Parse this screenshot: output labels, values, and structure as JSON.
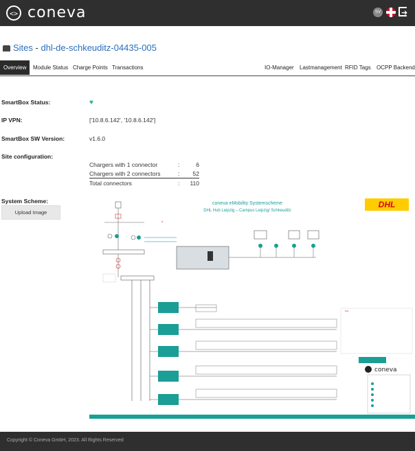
{
  "header": {
    "brand": "coneva",
    "logo_glyph": "<>",
    "lang_sv": "SV",
    "icons": [
      "language-sv-icon",
      "flag-en-icon",
      "logout-icon"
    ]
  },
  "breadcrumb": {
    "root": "Sites",
    "separator": "-",
    "site": "dhl-de-schkeuditz-04435-005"
  },
  "nav": {
    "tabs": [
      "Overview",
      "Module Status",
      "Charge Points",
      "Transactions"
    ],
    "right_tabs": [
      "IO-Manager",
      "Lastmanagement",
      "RFID Tags",
      "OCPP Backend"
    ],
    "active": "Overview"
  },
  "status": {
    "smartbox_label": "SmartBox Status:",
    "ipvpn_label": "IP VPN:",
    "ipvpn_value": "['10.8.6.142', '10.8.6.142']",
    "sw_label": "SmartBox SW Version:",
    "sw_value": "v1.6.0",
    "status_color": "#1fb98c"
  },
  "site_config": {
    "label": "Site configuration:",
    "rows": [
      {
        "label": "Chargers with 1 connector",
        "colon": ":",
        "value": "6"
      },
      {
        "label": "Chargers with 2 connectors",
        "colon": ":",
        "value": "52"
      },
      {
        "label": "Total connectors",
        "colon": ":",
        "value": "110"
      }
    ]
  },
  "scheme": {
    "label": "System Scheme:",
    "upload_label": "Upload Image",
    "title": "coneva eMobility Systemscheme",
    "subtitle": "DHL Hub Leipzig – Campus  Leipzig/ Schkeuditz",
    "dhl_logo": "DHL",
    "coneva_logo": "coneva",
    "accent": "#1a9e96"
  },
  "footer": {
    "copyright": "Copyright © Coneva GmbH, 2023. All Rights Reserved"
  }
}
